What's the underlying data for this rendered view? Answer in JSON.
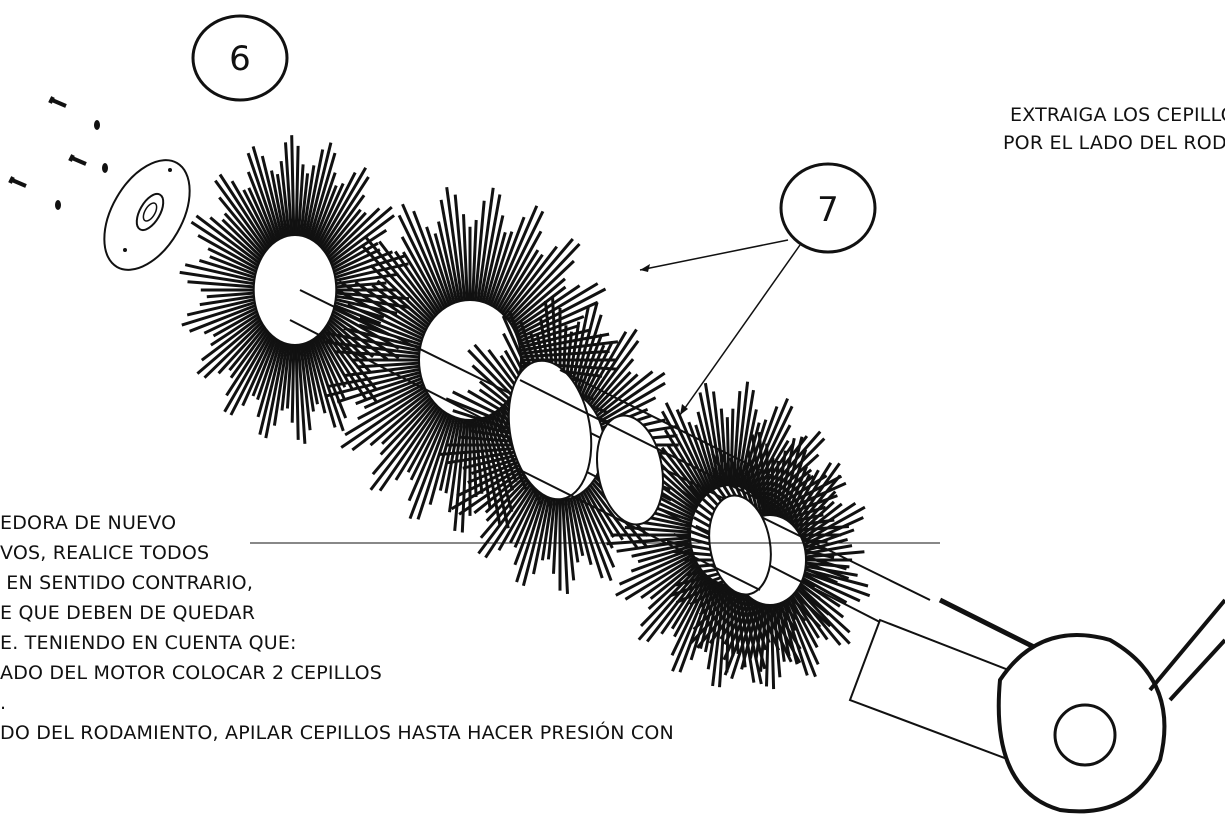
{
  "callouts": {
    "six": "6",
    "seven": "7"
  },
  "note_right": [
    "EXTRAIGA LOS CEPILLOS Y",
    "POR EL LADO DEL RODAM"
  ],
  "note_left": [
    "EDORA DE NUEVO",
    "VOS, REALICE TODOS",
    " EN SENTIDO CONTRARIO,",
    "E QUE DEBEN DE QUEDAR",
    "E. TENIENDO EN CUENTA QUE:",
    "ADO DEL MOTOR COLOCAR 2 CEPILLOS",
    ".",
    "DO DEL RODAMIENTO, APILAR CEPILLOS HASTA HACER PRESIÓN CON"
  ]
}
